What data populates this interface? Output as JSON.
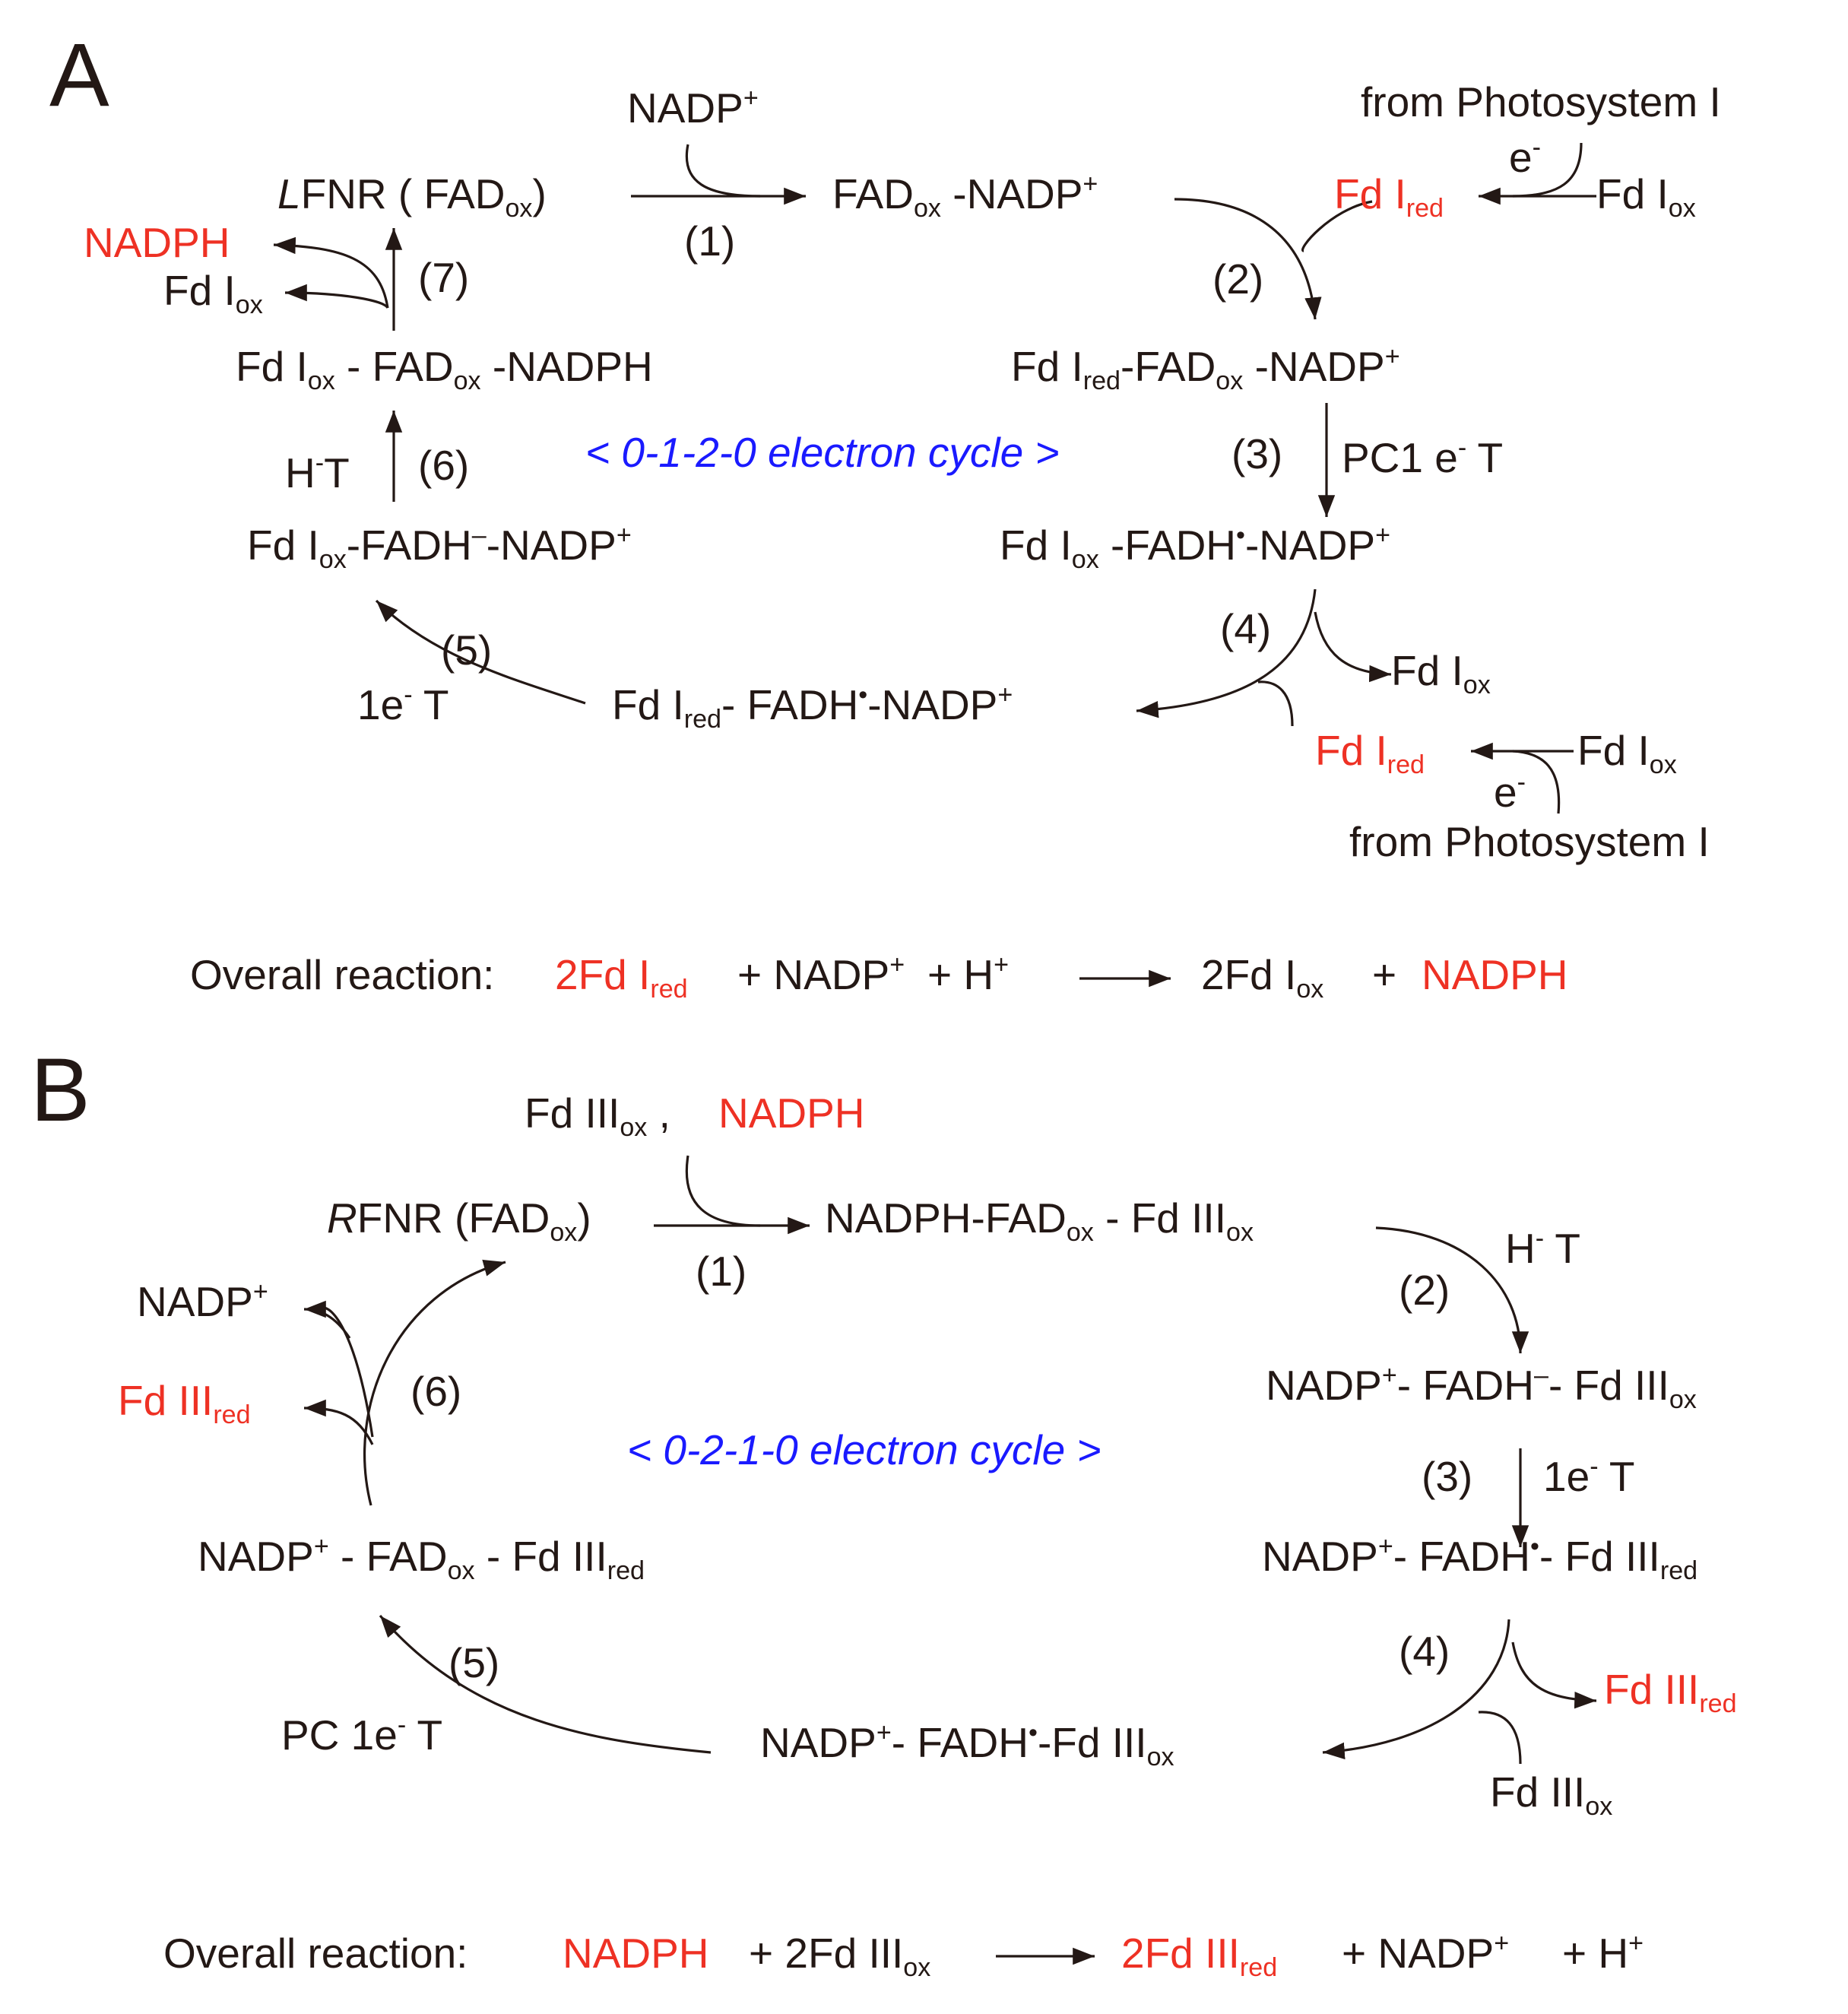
{
  "panels": {
    "a": "A",
    "b": "B"
  },
  "colors": {
    "text": "#231815",
    "highlight": "#ee3124",
    "cycle": "#1a1aff"
  },
  "A": {
    "nadp_in": {
      "main": "NADP",
      "sup": "+"
    },
    "ps1_top": "from Photosystem I",
    "e_top": {
      "main": "e",
      "sup": "-"
    },
    "lfnr": {
      "italic": "L",
      "main": "FNR ( FAD",
      "sub": "ox",
      "tail": ")"
    },
    "step1": "(1)",
    "fadox_nadp": {
      "a": "FAD",
      "sub": "ox",
      "b": " -NADP",
      "sup": "+"
    },
    "fdi_red_top": {
      "main": "Fd I",
      "sub": "red"
    },
    "fdi_ox_top": {
      "main": "Fd I",
      "sub": "ox"
    },
    "nadph_out": "NADPH",
    "fdi_ox_out": {
      "main": "Fd I",
      "sub": "ox"
    },
    "step7": "(7)",
    "step2": "(2)",
    "fdiox_fadox_nadph": {
      "a": "Fd I",
      "sub1": "ox",
      "b": " - FAD",
      "sub2": "ox",
      "c": " -NADPH"
    },
    "fdired_fadox_nadp": {
      "a": "Fd I",
      "sub1": "red",
      "b": "-FAD",
      "sub2": "ox",
      "c": " -NADP",
      "sup": "+"
    },
    "cycle": "< 0-1-2-0 electron cycle >",
    "ht": {
      "a": "H",
      "sup": "-",
      "b": "T"
    },
    "step6": "(6)",
    "step3": "(3)",
    "pc1et": {
      "a": "PC1 e",
      "sup": "-",
      "b": " T"
    },
    "fdiox_fadh_minus": {
      "a": "Fd I",
      "sub": "ox",
      "b": "-FADH",
      "sup1": "–",
      "c": "-NADP",
      "sup2": "+"
    },
    "fdiox_fadh_dot": {
      "a": "Fd I",
      "sub": "ox",
      "b": " -FADH",
      "sup1": "•",
      "c": "-NADP",
      "sup2": "+"
    },
    "step5": "(5)",
    "step4": "(4)",
    "fdi_ox_right": {
      "main": "Fd I",
      "sub": "ox"
    },
    "onet": {
      "a": "1e",
      "sup": "-",
      "b": " T"
    },
    "fdired_fadh_dot": {
      "a": "Fd I",
      "sub": "red",
      "b": "- FADH",
      "sup1": "•",
      "c": "-NADP",
      "sup2": "+"
    },
    "fdi_red_bot": {
      "main": "Fd I",
      "sub": "red"
    },
    "fdi_ox_bot": {
      "main": "Fd I",
      "sub": "ox"
    },
    "e_bot": {
      "main": "e",
      "sup": "-"
    },
    "ps1_bot": "from Photosystem I",
    "overall": {
      "label": "Overall reaction:",
      "r1": "2Fd I",
      "r1sub": "red",
      "r2": "+ NADP",
      "r2sup": "+",
      "r3": "+  H",
      "r3sup": "+",
      "p1": "2Fd I",
      "p1sub": "ox",
      "p2": "+",
      "p3": "NADPH"
    }
  },
  "B": {
    "fdiii_ox_in": {
      "main": "Fd III",
      "sub": "ox",
      "comma": ","
    },
    "nadph_in": "NADPH",
    "rfnr": {
      "italic": "R",
      "main": "FNR (FAD",
      "sub": "ox",
      "tail": ")"
    },
    "step1": "(1)",
    "nadph_fadox_fdiii": {
      "a": "NADPH-FAD",
      "sub1": "ox",
      "b": " - Fd III",
      "sub2": "ox"
    },
    "ht": {
      "a": "H",
      "sup": "-",
      "b": " T"
    },
    "nadp_out": {
      "main": "NADP",
      "sup": "+"
    },
    "step2": "(2)",
    "fdiii_red_out": {
      "main": "Fd III",
      "sub": "red"
    },
    "step6": "(6)",
    "nadp_fadh_minus": {
      "a": "NADP",
      "sup1": "+",
      "b": "- FADH",
      "sup2": "–",
      "c": "- Fd III",
      "sub": "ox"
    },
    "cycle": "< 0-2-1-0 electron cycle >",
    "step3": "(3)",
    "onet": {
      "a": "1e",
      "sup": "-",
      "b": " T"
    },
    "nadp_fadox_fdiiired": {
      "a": "NADP",
      "sup": "+",
      "b": " - FAD",
      "sub1": "ox",
      "c": " - Fd III",
      "sub2": "red"
    },
    "nadp_fadh_dot_red": {
      "a": "NADP",
      "sup1": "+",
      "b": "- FADH",
      "sup2": "•",
      "c": "- Fd III",
      "sub": "red"
    },
    "step5": "(5)",
    "step4": "(4)",
    "fdiii_red_right": {
      "main": "Fd III",
      "sub": "red"
    },
    "pc1et": {
      "a": "PC 1e",
      "sup": "-",
      "b": " T"
    },
    "nadp_fadh_dot_ox": {
      "a": "NADP",
      "sup1": "+",
      "b": "- FADH",
      "sup2": "•",
      "c": "-Fd III",
      "sub": "ox"
    },
    "fdiii_ox_bot": {
      "main": "Fd III",
      "sub": "ox"
    },
    "overall": {
      "label": "Overall reaction:",
      "r1": "NADPH",
      "r2": "+ 2Fd III",
      "r2sub": "ox",
      "p1": "2Fd III",
      "p1sub": "red",
      "p2": "+ NADP",
      "p2sup": "+",
      "p3": "+  H",
      "p3sup": "+"
    }
  }
}
